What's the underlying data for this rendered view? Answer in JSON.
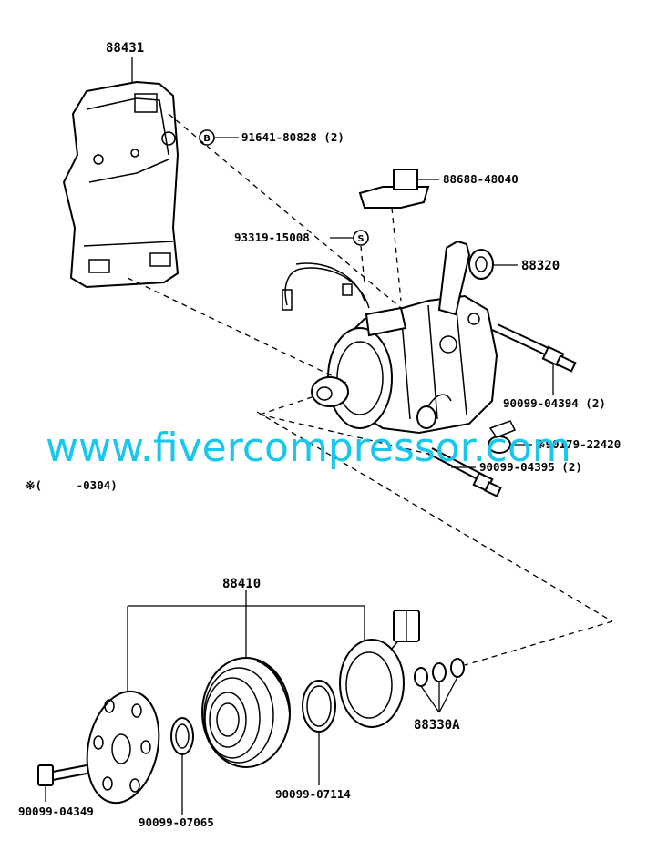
{
  "labels": {
    "bracket": "88431",
    "bolt_b": "91641-80828 (2)",
    "b_marker": "B",
    "plate": "88688-48040",
    "stud_s": "93319-15008",
    "s_marker": "S",
    "compressor": "88320",
    "bolt_long": "90099-04394 (2)",
    "clip": "※90179-22420",
    "bolt_short": "90099-04395 (2)",
    "note": "※(     -0304)",
    "clutch_assy": "88410",
    "shims": "88330A",
    "snap_ring_large": "90099-07114",
    "snap_ring_small": "90099-07065",
    "hub_bolt": "90099-04349"
  },
  "watermark": "www.fivercompressor.com",
  "colors": {
    "line": "#000000",
    "watermark": "#17c7ec",
    "background": "#ffffff"
  }
}
